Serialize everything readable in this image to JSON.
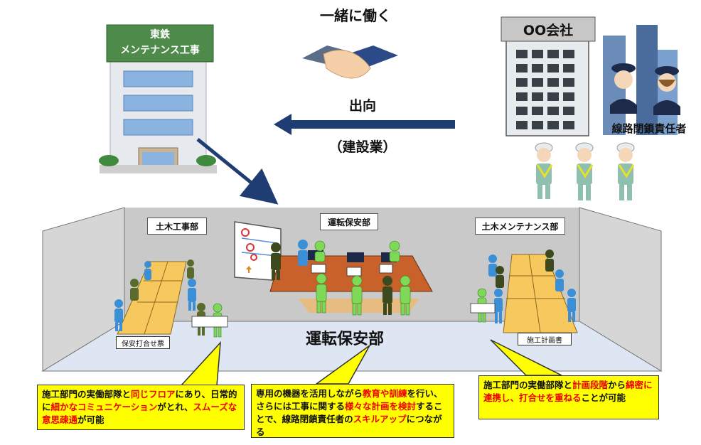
{
  "header": {
    "work_together": "一緒に働く",
    "dispatch": "出向",
    "industry": "（建設業）"
  },
  "left_company": {
    "name_line1": "東鉄",
    "name_line2": "メンテナンス工事",
    "colors": {
      "sign": "#4e8b4b",
      "building": "#dfe4e8",
      "window": "#8ab4df"
    }
  },
  "right_company": {
    "name": "OO会社",
    "role_label": "線路閉鎖責任者"
  },
  "office": {
    "dept_civil": "土木工事部",
    "dept_safety": "運転保安部",
    "dept_civil_maint": "土木メンテナンス部",
    "main_label": "運転保安部",
    "sign_left": "保安打合せ票",
    "sign_right": "施工計画書"
  },
  "callouts": {
    "left": [
      {
        "t": "施工部門の実働部隊と",
        "red": false
      },
      {
        "t": "同じフロア",
        "red": true
      },
      {
        "t": "にあり、日常的に",
        "red": false
      },
      {
        "t": "細かなコミュニケーション",
        "red": true
      },
      {
        "t": "がとれ、",
        "red": false
      },
      {
        "t": "スムーズな意思疎通",
        "red": true
      },
      {
        "t": "が可能",
        "red": false
      }
    ],
    "center": [
      {
        "t": "専用の機器を活用しながら",
        "red": false
      },
      {
        "t": "教育や訓練",
        "red": true
      },
      {
        "t": "を行い、さらには工事に関する",
        "red": false
      },
      {
        "t": "様々な計画を検討",
        "red": true
      },
      {
        "t": "することで、線路閉鎖責任者の",
        "red": false
      },
      {
        "t": "スキルアップ",
        "red": true
      },
      {
        "t": "につながる",
        "red": false
      }
    ],
    "right": [
      {
        "t": "施工部門の実働部隊と",
        "red": false
      },
      {
        "t": "計画段階",
        "red": true
      },
      {
        "t": "から",
        "red": false
      },
      {
        "t": "綿密に連携し、打合せを重ねる",
        "red": true
      },
      {
        "t": "ことが可能",
        "red": false
      }
    ]
  },
  "colors": {
    "arrow": "#1f3c73",
    "callout_bg": "#ffff00",
    "highlight": "#ee0000",
    "desk": "#f7c85e",
    "table": "#c8612a",
    "floor": "#dde6f2",
    "wall": "#c9c9c9"
  }
}
